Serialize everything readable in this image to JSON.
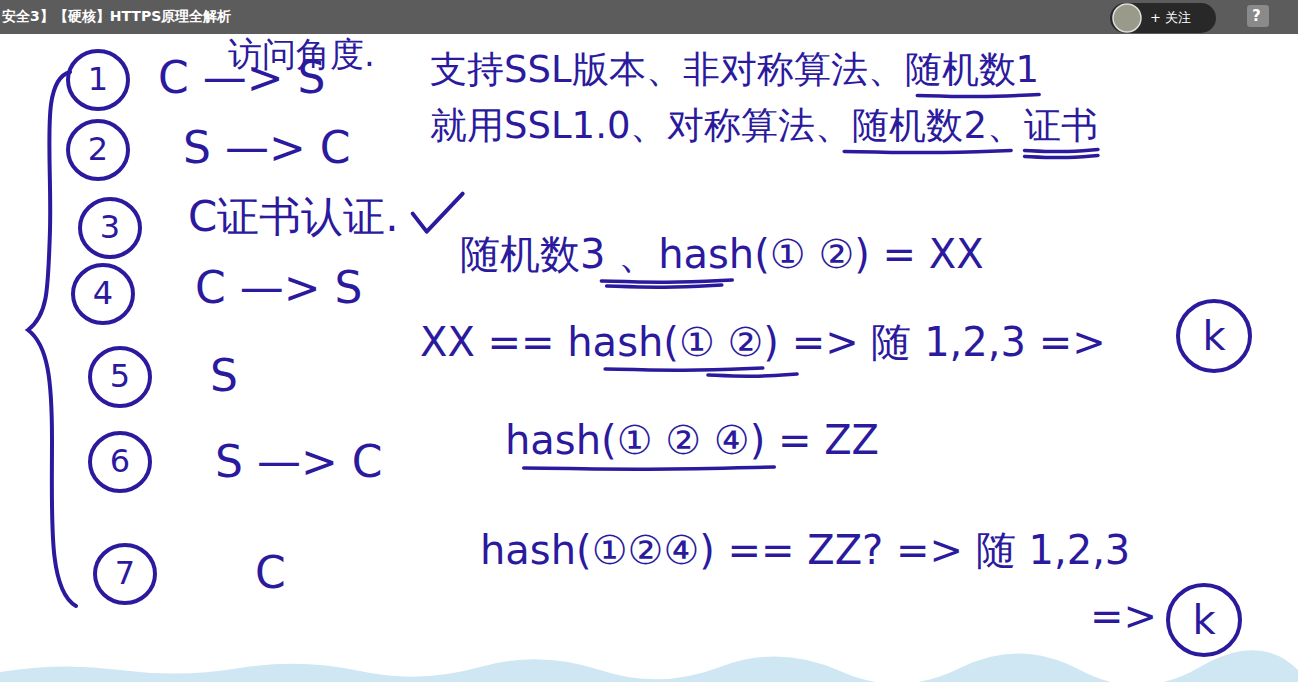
{
  "diagram": {
    "nodes": [
      {
        "text": [
          "1"
        ]
      },
      {
        "text": [
          "2"
        ]
      },
      {
        "text": [
          "3"
        ]
      },
      {
        "text": [
          "4"
        ]
      },
      {
        "text": [
          "5"
        ]
      },
      {
        "text": [
          "6"
        ]
      },
      {
        "text": [
          "7"
        ]
      },
      {
        "text": [
          "k"
        ]
      },
      {
        "text": [
          "k"
        ]
      }
    ],
    "labels": [
      "安全3】【硬核】HTTPS原理全解析",
      "+ 关注",
      "?",
      "访问角度.",
      "C —> S",
      "支持SSL版本、非对称算法、随机数1",
      "S —> C",
      "就用SSL1.0、对称算法、随机数2、证书",
      "C证书认证.",
      "C —> S",
      "随机数3 、hash(① ②) = XX",
      "S",
      "XX == hash(① ②) => 随 1,2,3 =>",
      "S —> C",
      "hash(① ② ④) = ZZ",
      "C",
      "hash(①②④) == ZZ? => 随 1,2,3",
      "=>"
    ]
  }
}
